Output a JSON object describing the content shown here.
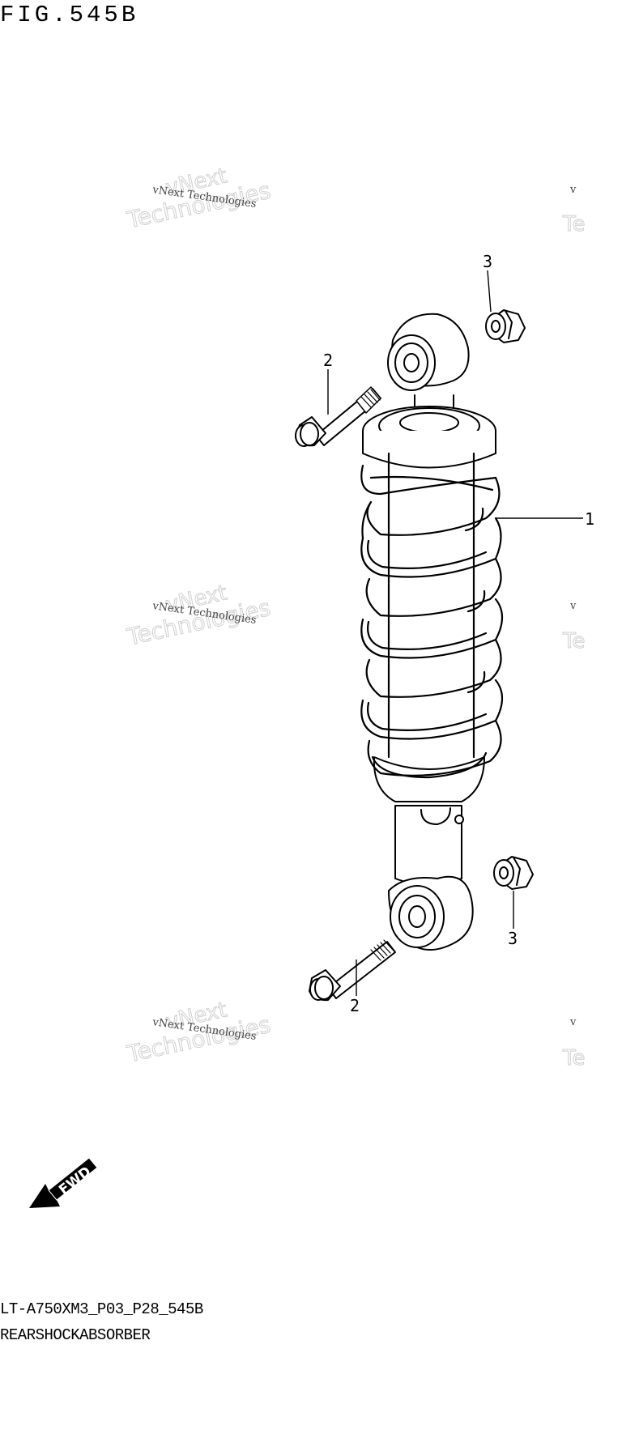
{
  "figure_title": "FIG.545B",
  "callouts": {
    "shock_absorber": "1",
    "upper_bolt": "2",
    "lower_bolt": "2",
    "upper_nut": "3",
    "lower_nut": "3"
  },
  "fwd_label": "FWD",
  "watermark": {
    "line1": "vNext",
    "line2": "Technologies",
    "small": "vNext Technologies",
    "edge_small": "v",
    "edge_big": "Te"
  },
  "footer": {
    "model_code": "LT-A750XM3_P03_P28_545B",
    "description": "REARSHOCKABSORBER"
  }
}
